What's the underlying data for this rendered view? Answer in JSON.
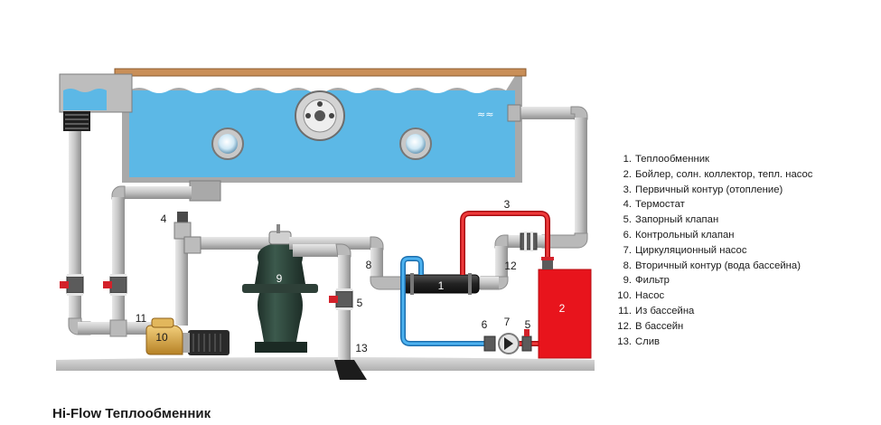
{
  "caption": "Hi-Flow Теплообменник",
  "legend": [
    {
      "num": "1.",
      "text": "Теплообменник"
    },
    {
      "num": "2.",
      "text": "Бойлер, солн. коллектор, тепл. насос"
    },
    {
      "num": "3.",
      "text": "Первичный контур (отопление)"
    },
    {
      "num": "4.",
      "text": "Термостат"
    },
    {
      "num": "5.",
      "text": "Запорный клапан"
    },
    {
      "num": "6.",
      "text": "Контрольный клапан"
    },
    {
      "num": "7.",
      "text": "Циркуляционный насос"
    },
    {
      "num": "8.",
      "text": "Вторичный контур (вода  бассейна)"
    },
    {
      "num": "9.",
      "text": "Фильтр"
    },
    {
      "num": "10.",
      "text": "Насос"
    },
    {
      "num": "11.",
      "text": "Из бассейна"
    },
    {
      "num": "12.",
      "text": "В бассейн"
    },
    {
      "num": "13.",
      "text": "Слив"
    }
  ],
  "markers": {
    "m1": "1",
    "m2": "2",
    "m3": "3",
    "m4": "4",
    "m5a": "5",
    "m5b": "5",
    "m6": "6",
    "m7": "7",
    "m8": "8",
    "m9": "9",
    "m10": "10",
    "m11": "11",
    "m12": "12",
    "m13": "13"
  },
  "colors": {
    "water": "#5cb8e6",
    "pipe": "#c9c9c9",
    "primary_circuit": "#e02020",
    "secondary_circuit": "#2a8fd6",
    "boiler": "#e8141c",
    "valve": "#d3212a",
    "filter": "#243a32",
    "pump": "#d9a441"
  }
}
